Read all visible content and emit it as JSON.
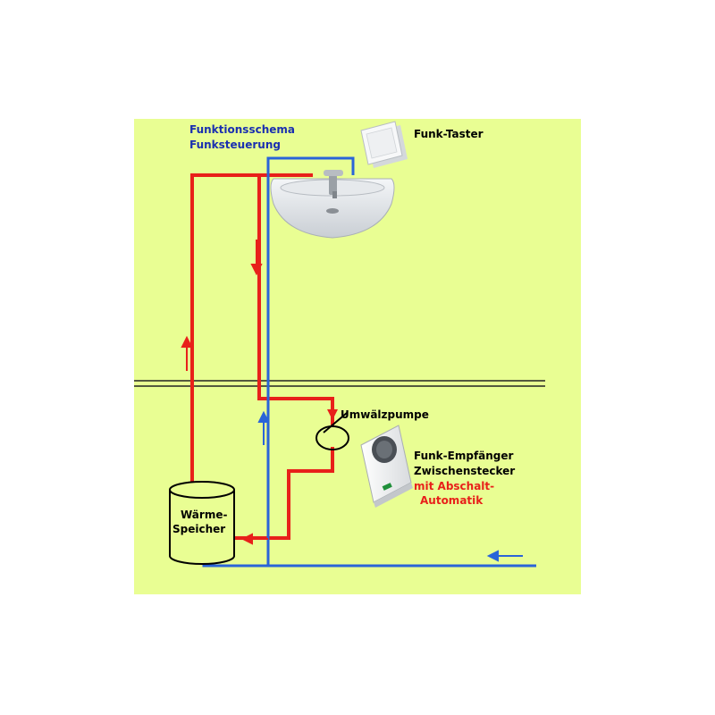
{
  "title": {
    "line1": "Funktionsschema",
    "line2": "Funksteuerung"
  },
  "labels": {
    "funk_taster": "Funk-Taster",
    "umwaelzpumpe": "Umwälzpumpe",
    "empfaenger_line1": "Funk-Empfänger",
    "empfaenger_line2": "Zwischenstecker",
    "empfaenger_line3": "mit Abschalt-",
    "empfaenger_line4": "Automatik",
    "speicher_line1": "Wärme-",
    "speicher_line2": "Speicher"
  },
  "colors": {
    "background": "#e9fe93",
    "hot_pipe": "#e8201a",
    "cold_pipe": "#2a64d8",
    "title_text": "#1a2fb0",
    "label_text": "#000000",
    "highlight_text": "#e8201a"
  }
}
